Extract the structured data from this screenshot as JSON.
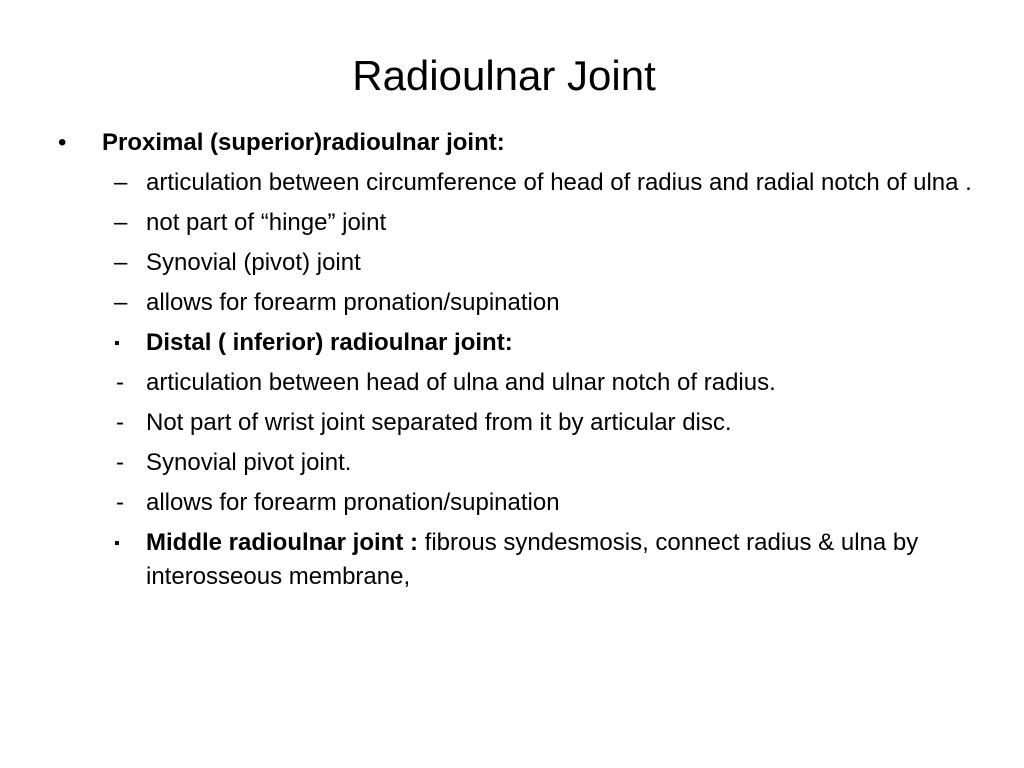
{
  "title": "Radioulnar Joint",
  "items": [
    {
      "level": 1,
      "marker": "•",
      "bold": "Proximal (superior)radioulnar joint:",
      "text": ""
    },
    {
      "level": 2,
      "marker": "–",
      "bold": "",
      "text": "articulation between circumference of head of radius and  radial notch of ulna ."
    },
    {
      "level": 2,
      "marker": "–",
      "bold": "",
      "text": "not part of “hinge” joint"
    },
    {
      "level": 2,
      "marker": "–",
      "bold": "",
      "text": "Synovial  (pivot) joint"
    },
    {
      "level": 2,
      "marker": "–",
      "bold": "",
      "text": "allows for forearm pronation/supination"
    },
    {
      "level": 2,
      "marker": "▪",
      "bold": "Distal ( inferior) radioulnar joint:",
      "text": ""
    },
    {
      "level": 2,
      "marker": "-",
      "bold": "",
      "text": "articulation between head of ulna and  ulnar notch of radius."
    },
    {
      "level": 2,
      "marker": "-",
      "bold": "",
      "text": "Not part of wrist joint separated from it by articular disc."
    },
    {
      "level": 2,
      "marker": "-",
      "bold": "",
      "text": "Synovial pivot joint."
    },
    {
      "level": 2,
      "marker": "-",
      "bold": "",
      "text": "allows for forearm pronation/supination"
    },
    {
      "level": 2,
      "marker": "▪",
      "bold": "Middle radioulnar joint :",
      "text": " fibrous syndesmosis, connect radius & ulna by interosseous membrane,"
    }
  ]
}
